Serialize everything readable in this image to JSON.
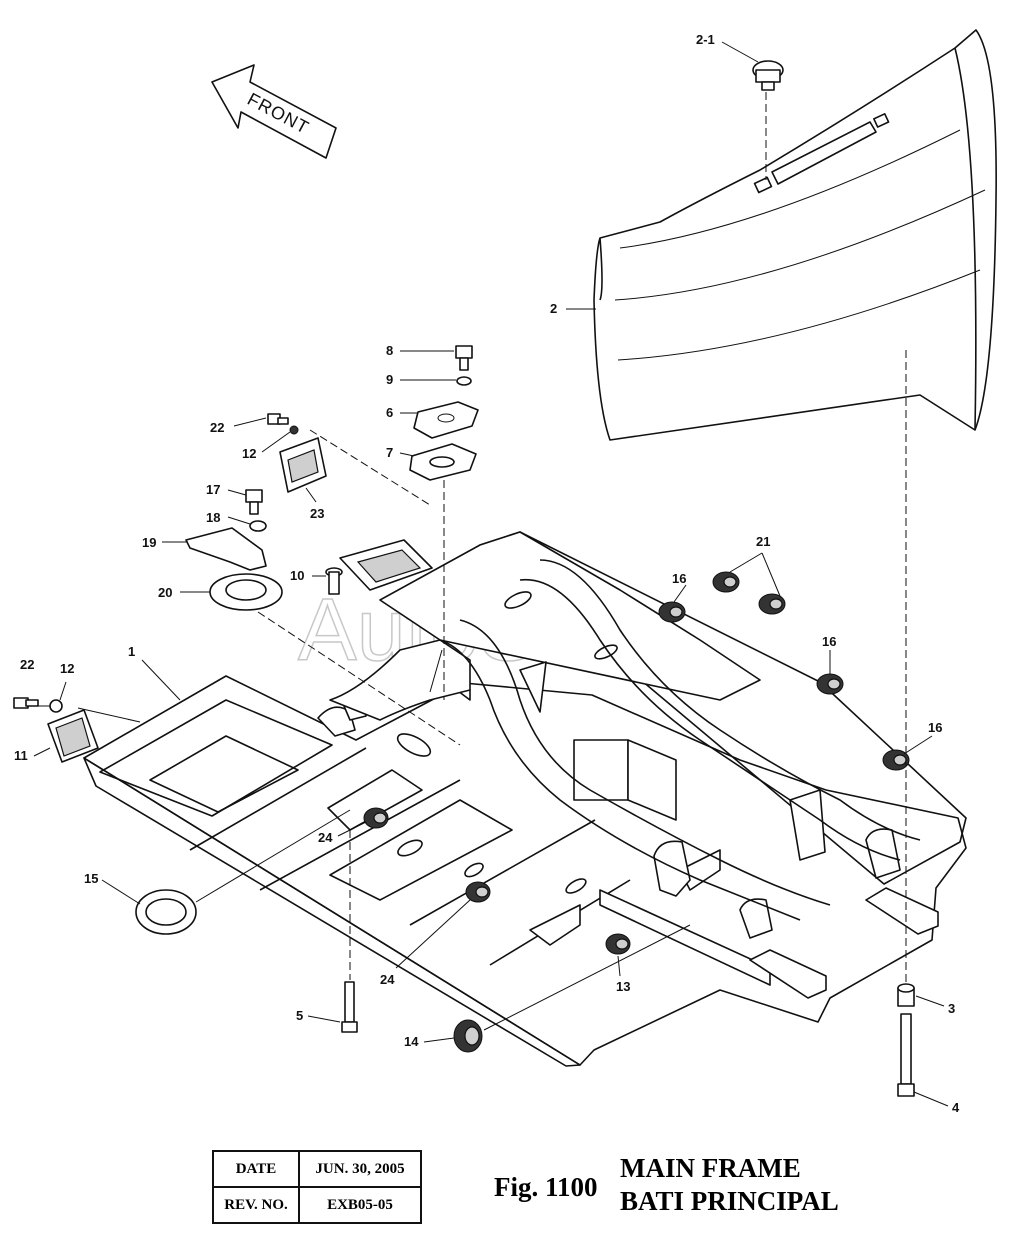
{
  "front_label": "FRONT",
  "watermark": "AutoSoft",
  "callouts": {
    "c2_1": "2-1",
    "c2": "2",
    "c8": "8",
    "c9": "9",
    "c6": "6",
    "c7": "7",
    "c22a": "22",
    "c12a": "12",
    "c23": "23",
    "c17": "17",
    "c18": "18",
    "c19": "19",
    "c20": "20",
    "c10": "10",
    "c21": "21",
    "c16a": "16",
    "c16b": "16",
    "c16c": "16",
    "c1": "1",
    "c22b": "22",
    "c12b": "12",
    "c11": "11",
    "c24a": "24",
    "c24b": "24",
    "c15": "15",
    "c13": "13",
    "c5": "5",
    "c14": "14",
    "c3": "3",
    "c4": "4"
  },
  "revision_table": {
    "date_label": "DATE",
    "date_value": "JUN. 30, 2005",
    "rev_label": "REV. NO.",
    "rev_value": "EXB05-05"
  },
  "figure_number": "Fig. 1100",
  "title_en": "MAIN FRAME",
  "title_fr": "BATI PRINCIPAL"
}
